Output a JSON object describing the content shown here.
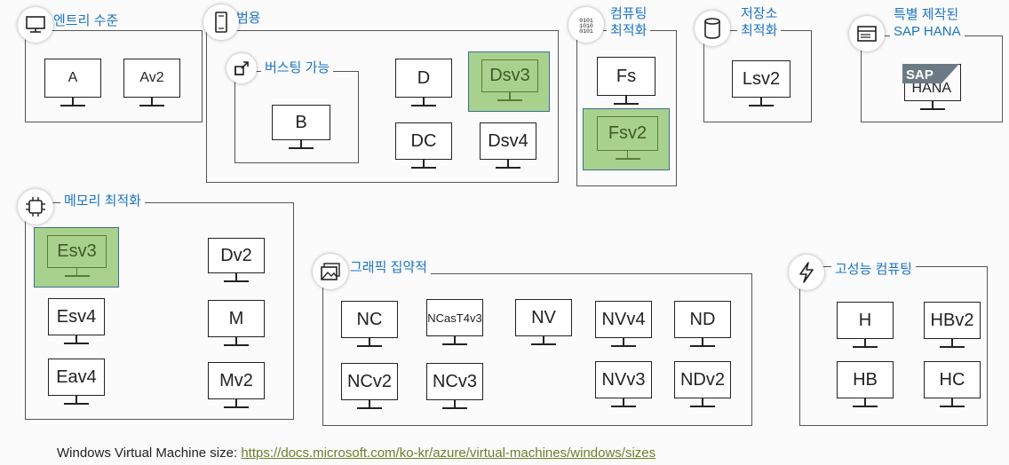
{
  "groups": {
    "entry": {
      "label": "엔트리 수준",
      "icon": "desktop-icon",
      "vms": [
        "A",
        "Av2"
      ]
    },
    "general": {
      "label": "범용",
      "icon": "phone-icon",
      "vms": [
        "D",
        "Dsv3",
        "DC",
        "Dsv4"
      ]
    },
    "burstable": {
      "label": "버스팅 가능",
      "icon": "expand-arrow-icon",
      "vms": [
        "B"
      ]
    },
    "compute": {
      "label_line1": "컴퓨팅",
      "label_line2": "최적화",
      "icon": "binary-icon",
      "vms": [
        "Fs",
        "Fsv2"
      ]
    },
    "storage": {
      "label_line1": "저장소",
      "label_line2": "최적화",
      "icon": "database-icon",
      "vms": [
        "Lsv2"
      ]
    },
    "sap": {
      "label_line1": "특별 제작된",
      "label_line2": "SAP HANA",
      "icon": "server-rack-icon",
      "vm_label": "HANA",
      "logo_text": "SAP"
    },
    "memory": {
      "label": "메모리 최적화",
      "icon": "chip-icon",
      "vms": [
        "Esv3",
        "Dv2",
        "Esv4",
        "M",
        "Eav4",
        "Mv2"
      ]
    },
    "graphics": {
      "label": "그래픽 집약적",
      "icon": "image-icon",
      "vms": [
        "NC",
        "NCasT4v3",
        "NV",
        "NVv4",
        "ND",
        "NCv2",
        "NCv3",
        "NVv3",
        "NDv2"
      ]
    },
    "hpc": {
      "label": "고성능 컴퓨팅",
      "icon": "lightning-icon",
      "vms": [
        "H",
        "HBv2",
        "HB",
        "HC"
      ]
    }
  },
  "highlight_color": "#a9d18e",
  "accent_color": "#1a73c9",
  "footer": {
    "prefix": "Windows Virtual Machine size: ",
    "link": "https://docs.microsoft.com/ko-kr/azure/virtual-machines/windows/sizes"
  }
}
